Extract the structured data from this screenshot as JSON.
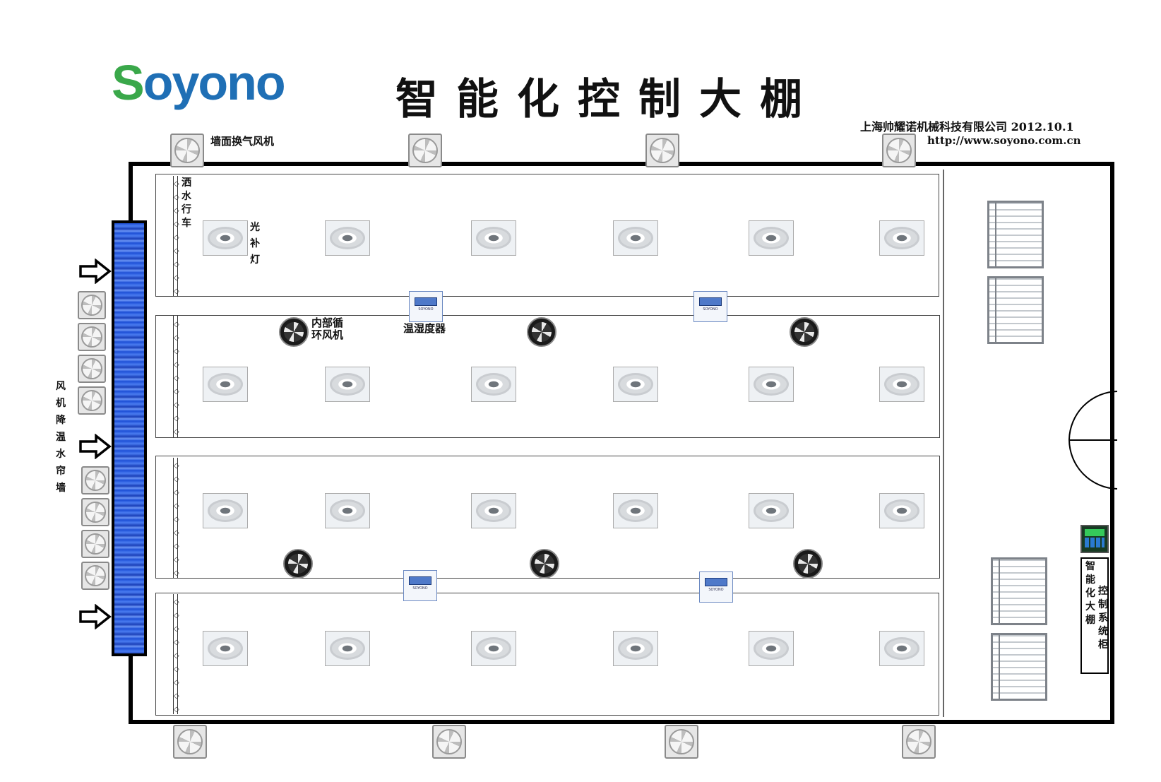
{
  "header": {
    "logo_s": "S",
    "logo_rest": "oyono",
    "title": "智能化控制大棚",
    "company": "上海帅耀诺机械科技有限公司 2012.10.1",
    "website": "http://www.soyono.com.cn"
  },
  "labels": {
    "wall_fan": "墙面换气风机",
    "sprinkler": "洒水行车",
    "fill_light": "光补灯",
    "circ_fan_line1": "内部循",
    "circ_fan_line2": "环风机",
    "sensor": "温湿度器",
    "curtain_wall": "风机降温水帘墙",
    "cabinet_a": "智能化大棚",
    "cabinet_b": "控制系统柜"
  },
  "colors": {
    "logo_green": "#3aa84a",
    "logo_blue": "#1f6fb5",
    "curtain_blue": "#1d4fd6",
    "panel_green": "#173a23"
  },
  "icons": [
    "wall-exhaust-fan-icon",
    "grow-lamp-icon",
    "circulation-fan-icon",
    "humidity-sensor-icon",
    "sprinkler-nozzle-icon",
    "inlet-arrow-icon",
    "seedling-rack-icon",
    "control-panel-icon"
  ]
}
